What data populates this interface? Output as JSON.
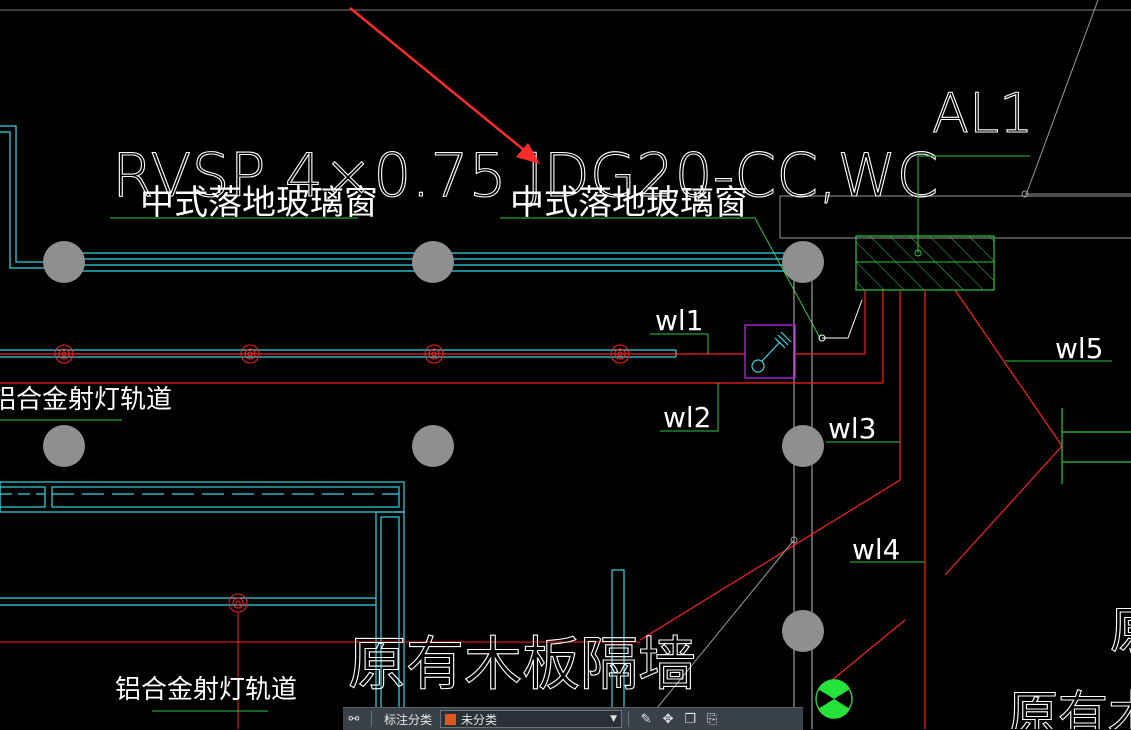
{
  "drawing": {
    "labels": {
      "cable_spec": "RVSP 4×0.75 JDG20-CC,WC",
      "panel_id": "AL1",
      "window_left": "中式落地玻璃窗",
      "window_right": "中式落地玻璃窗",
      "track_top": "铝合金射灯轨道",
      "track_bottom": "铝合金射灯轨道",
      "wall_main": "原有木板隔墙",
      "wall_right": "原有木",
      "circuit_1": "wl1",
      "circuit_2": "wl2",
      "circuit_3": "wl3",
      "circuit_4": "wl4",
      "circuit_5": "wl5"
    },
    "colors": {
      "background": "#000000",
      "cyan": "#37d7e6",
      "red": "#ff1f1f",
      "green": "#2cc83a",
      "gray": "#9a9a9a",
      "magenta": "#b021d8",
      "annotation_arrow": "#ff2a2a"
    }
  },
  "toolbar": {
    "icons": [
      "annotation-tools-icon",
      "edit-icon",
      "move-icon",
      "copy-icon",
      "paste-icon"
    ],
    "category_label": "标注分类",
    "category_value": "未分类",
    "category_color": "#e0571c"
  }
}
